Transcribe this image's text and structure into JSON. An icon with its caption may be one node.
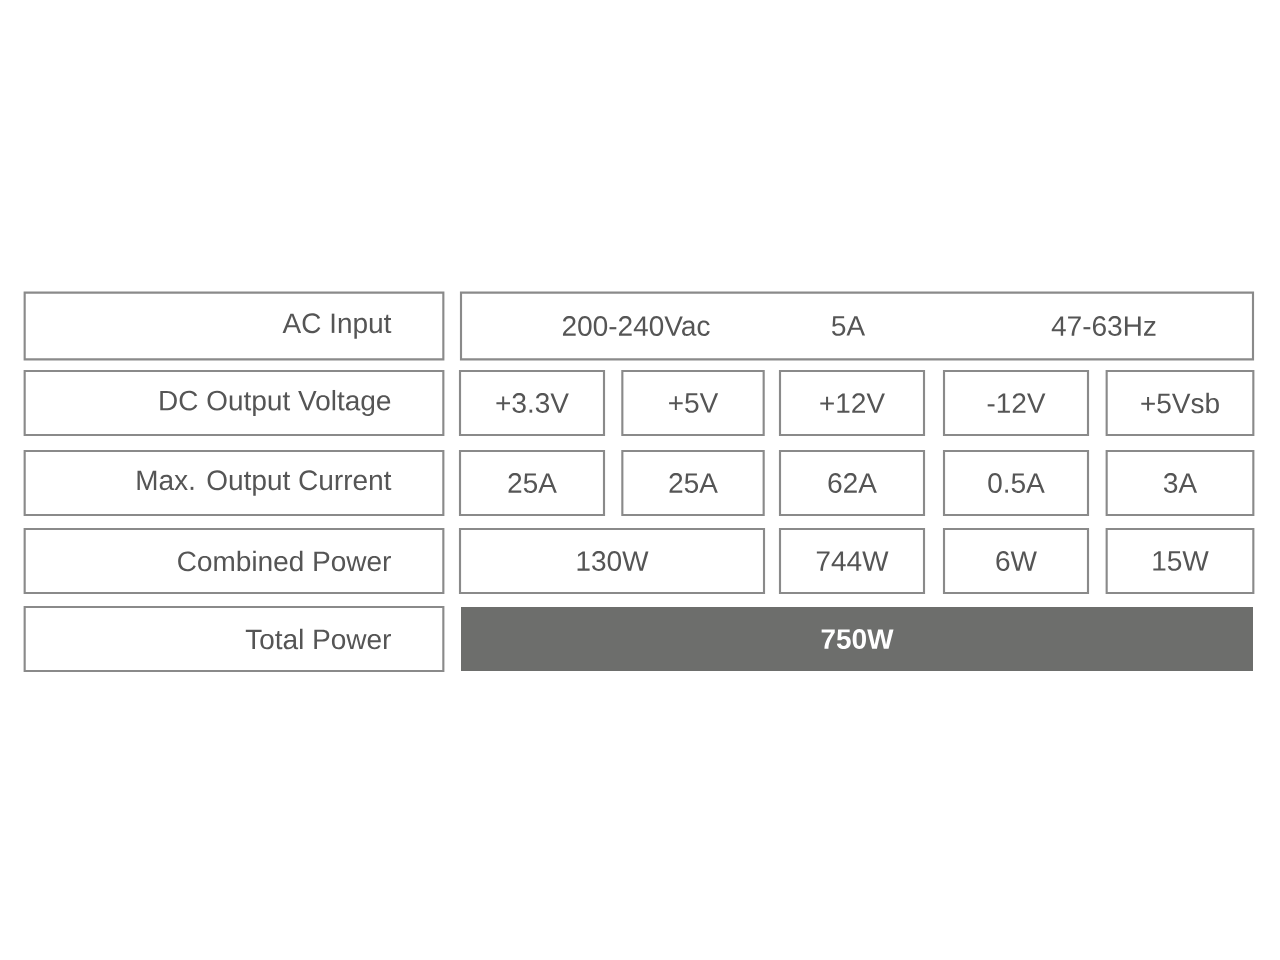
{
  "diagram": {
    "nodes": [
      {
        "text": [
          "AC Input"
        ]
      },
      {
        "text": [
          "200-240Vac",
          "5A",
          "47-63Hz"
        ]
      },
      {
        "text": [
          "DC Output Voltage"
        ]
      },
      {
        "text": [
          "+3.3V"
        ]
      },
      {
        "text": [
          "+5V"
        ]
      },
      {
        "text": [
          "+12V"
        ]
      },
      {
        "text": [
          "-12V"
        ]
      },
      {
        "text": [
          "+5Vsb"
        ]
      },
      {
        "text": [
          "Max. Output Current"
        ]
      },
      {
        "text": [
          "25A"
        ]
      },
      {
        "text": [
          "25A"
        ]
      },
      {
        "text": [
          "62A"
        ]
      },
      {
        "text": [
          "0.5A"
        ]
      },
      {
        "text": [
          "3A"
        ]
      },
      {
        "text": [
          "Combined Power"
        ]
      },
      {
        "text": [
          "130W"
        ]
      },
      {
        "text": [
          "744W"
        ]
      },
      {
        "text": [
          "6W"
        ]
      },
      {
        "text": [
          "15W"
        ]
      },
      {
        "text": [
          "Total Power"
        ]
      },
      {
        "text": [
          "750W"
        ]
      }
    ]
  }
}
